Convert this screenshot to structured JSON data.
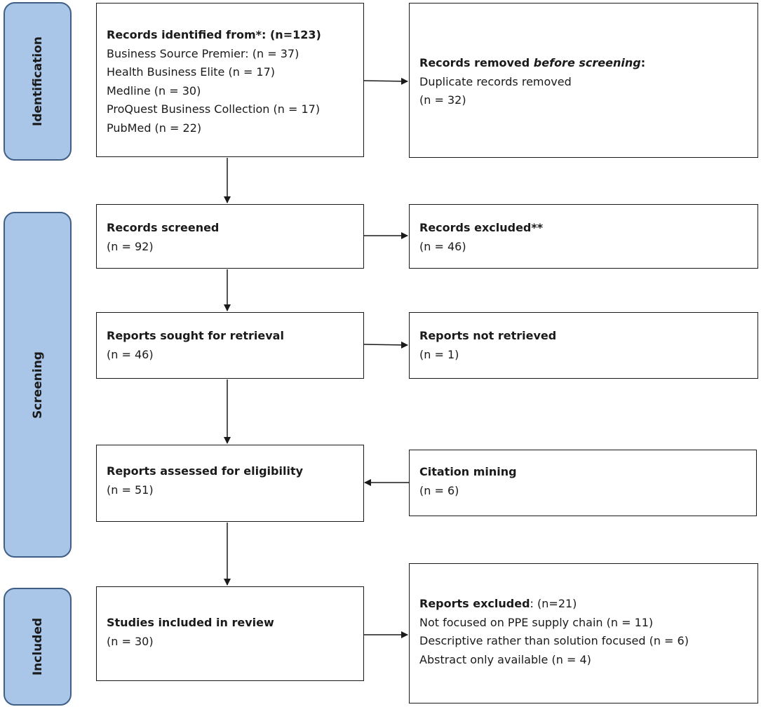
{
  "phases": {
    "identification": "Identification",
    "screening": "Screening",
    "included": "Included"
  },
  "boxes": {
    "records_identified": {
      "title": "Records identified from*: (n=123)",
      "sources": [
        "Business Source Premier: (n = 37)",
        "Health Business Elite (n = 17)",
        "Medline (n = 30)",
        "ProQuest Business Collection (n = 17)",
        "PubMed  (n = 22)"
      ]
    },
    "records_removed": {
      "title_prefix": "Records removed ",
      "title_emphasis": "before screening",
      "title_suffix": ":",
      "lines": [
        "Duplicate records removed",
        "(n = 32)"
      ]
    },
    "records_screened": {
      "title": "Records screened",
      "count": "(n = 92)"
    },
    "records_excluded": {
      "title": "Records excluded**",
      "count": "(n = 46)"
    },
    "reports_sought": {
      "title": "Reports sought for retrieval",
      "count": "(n = 46)"
    },
    "reports_not_retrieved": {
      "title": "Reports not retrieved",
      "count": "(n = 1)"
    },
    "reports_assessed": {
      "title": "Reports assessed for eligibility",
      "count": "(n = 51)"
    },
    "citation_mining": {
      "title": "Citation mining",
      "count": "(n = 6)"
    },
    "studies_included": {
      "title": "Studies included in review",
      "count": "(n = 30)"
    },
    "reports_excluded": {
      "title": "Reports excluded",
      "title_suffix": ":  (n=21)",
      "reasons": [
        "Not focused on PPE supply chain (n = 11)",
        "Descriptive rather than solution focused (n = 6)",
        "Abstract only available (n = 4)"
      ]
    }
  }
}
